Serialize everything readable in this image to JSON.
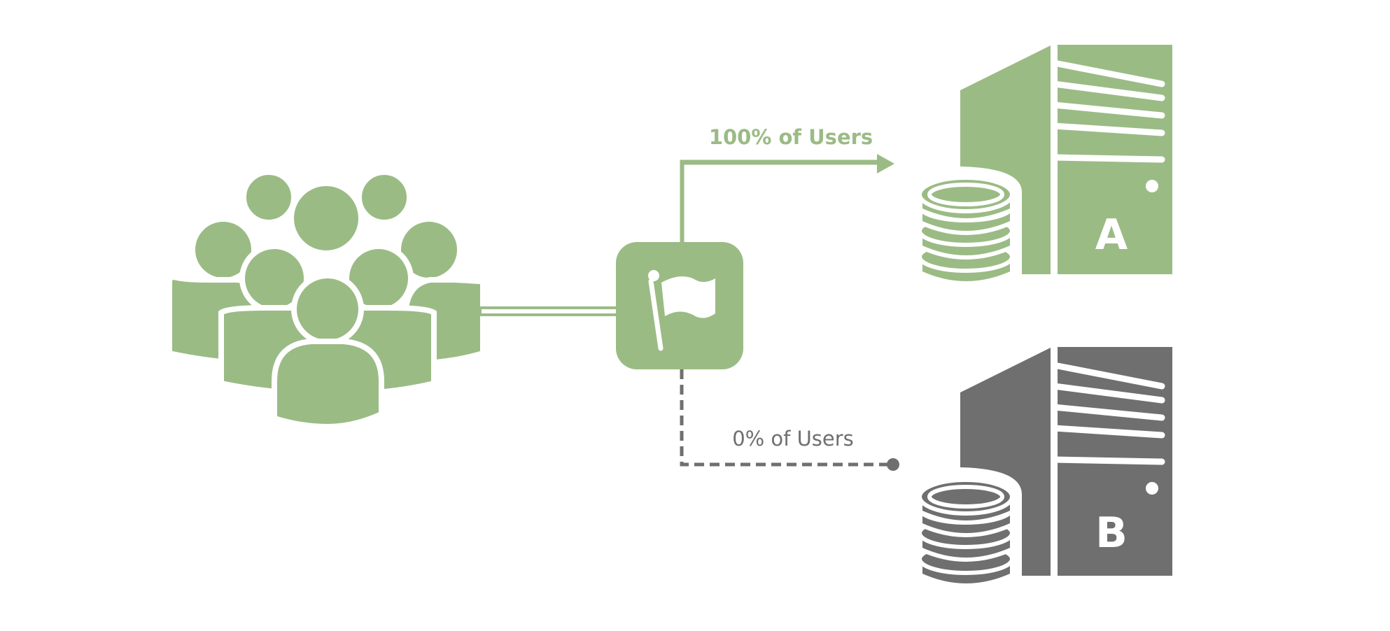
{
  "routes": {
    "a": {
      "label": "100% of Users",
      "style": "solid",
      "color": "#9bbb85"
    },
    "b": {
      "label": "0% of Users",
      "style": "dashed",
      "color": "#6f6f6f"
    }
  },
  "servers": {
    "a": {
      "letter": "A",
      "color": "#9bbb85"
    },
    "b": {
      "letter": "B",
      "color": "#6f6f6f"
    }
  },
  "icons": {
    "users": "users-group-icon",
    "flag": "feature-flag-icon",
    "server": "server-database-icon"
  }
}
